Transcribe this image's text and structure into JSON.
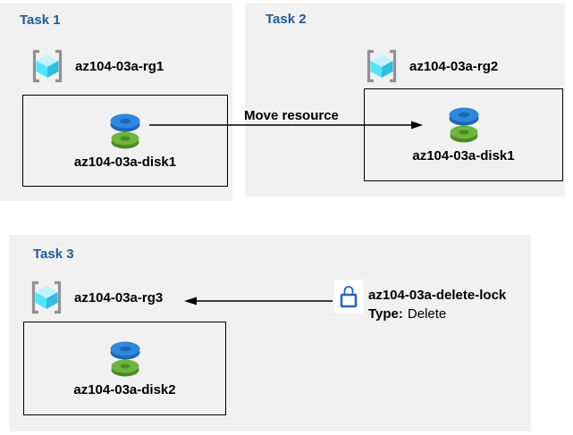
{
  "tasks": [
    {
      "title": "Task 1",
      "resource_group": "az104-03a-rg1",
      "resource": "az104-03a-disk1"
    },
    {
      "title": "Task 2",
      "resource_group": "az104-03a-rg2",
      "resource": "az104-03a-disk1"
    },
    {
      "title": "Task 3",
      "resource_group": "az104-03a-rg3",
      "resource": "az104-03a-disk2"
    }
  ],
  "move_arrow": {
    "label": "Move resource",
    "from": "az104-03a-disk1 in az104-03a-rg1",
    "to": "az104-03a-rg2 box",
    "direction": "right"
  },
  "lock_arrow": {
    "from": "delete lock",
    "to": "az104-03a-rg3",
    "direction": "left"
  },
  "lock": {
    "name": "az104-03a-delete-lock",
    "type_label": "Type:",
    "type_value": "Delete"
  },
  "colors": {
    "panel_bg": "#f1f1f1",
    "title_blue": "#1f5c99",
    "arrow_black": "#000000",
    "lock_blue": "#2066cc",
    "disk_blue_top": "#2f87de",
    "disk_blue_dark": "#1d66b8",
    "disk_green_top": "#6eb53f",
    "disk_green_dark": "#4a8b26",
    "cube_top": "#c3f1ff",
    "cube_left": "#50e6ff",
    "cube_right": "#32bedd",
    "bracket_gray": "#8f9193"
  }
}
